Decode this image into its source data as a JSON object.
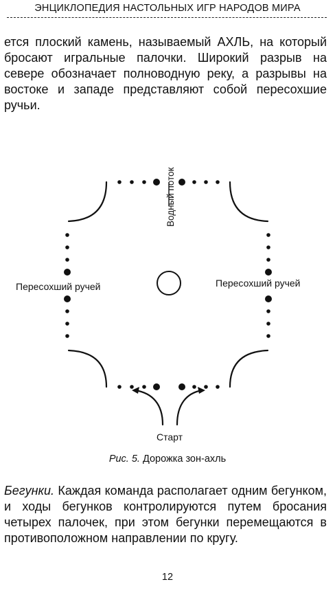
{
  "header": {
    "title": "ЭНЦИКЛОПЕДИЯ НАСТОЛЬНЫХ ИГР НАРОДОВ МИРА"
  },
  "paragraph_top": {
    "text": "ется плоский камень, называемый АХЛЬ, на который бросают игральные палочки. Широкий разрыв на севере обозначает полноводную реку, а разрывы на востоке и западе представляют собой пересохшие ручьи."
  },
  "figure": {
    "label_north": "Водный поток",
    "label_west": "Пересохший ручей",
    "label_east": "Пересохший ручей",
    "label_start": "Старт",
    "caption_number": "Рис. 5.",
    "caption_title": "Дорожка зон-ахль"
  },
  "paragraph_bottom": {
    "lead": "Бегунки.",
    "text": "Каждая команда располагает одним бегунком, и ходы бегунков контролируются путем бросания четырех палочек, при этом бегунки перемещаются в противоположном направлении по кругу."
  },
  "page": {
    "number": "12"
  }
}
